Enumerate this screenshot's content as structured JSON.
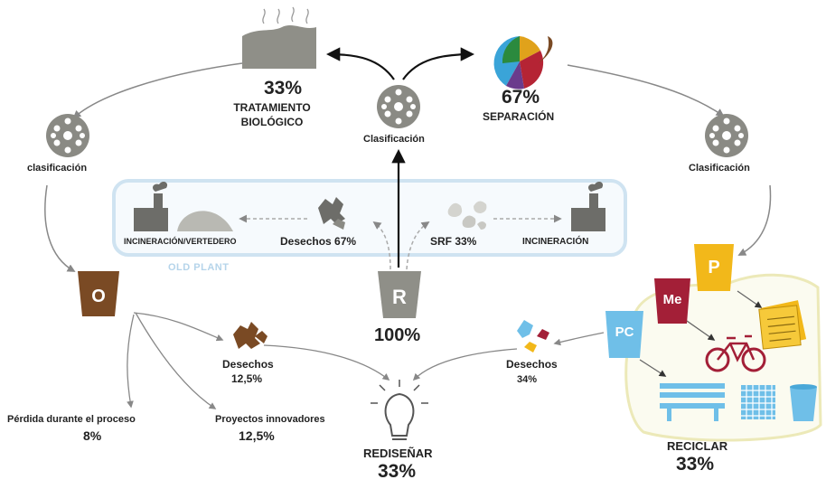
{
  "center": {
    "bin_letter": "R",
    "percent": "100%",
    "classification_label": "Clasificación"
  },
  "biological": {
    "percent": "33%",
    "title_line1": "TRATAMIENTO",
    "title_line2": "BIOLÓGICO",
    "classification_label": "clasificación"
  },
  "separation": {
    "percent": "67%",
    "title": "SEPARACIÓN",
    "classification_label": "Clasificación"
  },
  "old_plant": {
    "label": "OLD PLANT",
    "left_label": "INCINERACIÓN/VERTEDERO",
    "waste_label": "Desechos 67%",
    "srf_label": "SRF 33%",
    "right_label": "INCINERACIÓN"
  },
  "organic": {
    "bin_letter": "O",
    "waste_label": "Desechos",
    "waste_percent": "12,5%",
    "loss_label": "Pérdida durante el proceso",
    "loss_percent": "8%",
    "innovative_label": "Proyectos innovadores",
    "innovative_percent": "12,5%"
  },
  "redesign": {
    "label": "REDISEÑAR",
    "percent": "33%"
  },
  "recycling": {
    "bins": [
      "P",
      "Me",
      "PC"
    ],
    "waste_label": "Desechos",
    "waste_percent": "34%",
    "label": "RECICLAR",
    "percent": "33%"
  },
  "colors": {
    "gray": "#8a8a84",
    "organic_brown": "#7a4a24",
    "paper_yellow": "#f2b81a",
    "metal_red": "#a31f37",
    "plastic_blue": "#6fbfe8",
    "old_plant_frame": "#cfe3f1",
    "recycle_frame": "#ece9b8"
  }
}
